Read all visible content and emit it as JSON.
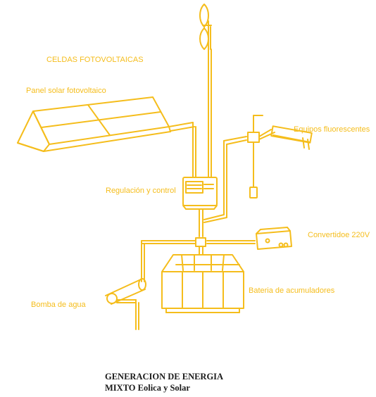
{
  "labels": {
    "celdas": "CELDAS FOTOVOLTAICAS",
    "panel": "Panel solar fotovoltaico",
    "equipos": "Equipos fluorescentes",
    "regulacion": "Regulación y control",
    "convertidor": "Convertidoe 220V",
    "bateria": "Bateria de acumuladores",
    "bomba": "Bomba de agua"
  },
  "caption": {
    "line1": "GENERACION DE ENERGIA",
    "line2": "MIXTO Eolica y Solar"
  },
  "colors": {
    "accent": "#f5bd1c",
    "caption": "#1a1a1a",
    "background": "#ffffff"
  }
}
